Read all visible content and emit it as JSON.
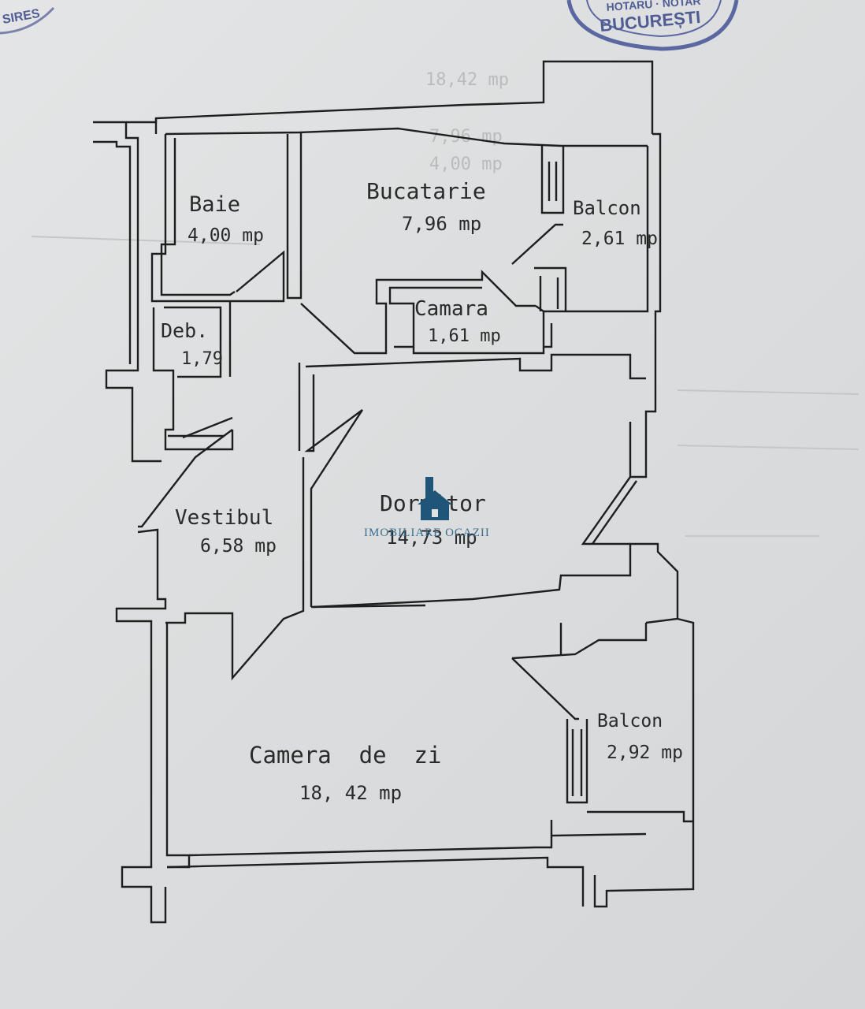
{
  "stamp": {
    "line1": "HOTARU · NOTAR",
    "line2": "BUCUREȘTI",
    "corner_fragment": "SIRES"
  },
  "watermark": {
    "text": "IMOBILIARE OCAZII",
    "icon": "house-icon"
  },
  "rooms": [
    {
      "id": "baie",
      "name": "Baie",
      "area": "4,00 mp"
    },
    {
      "id": "bucatarie",
      "name": "Bucatarie",
      "area": "7,96 mp"
    },
    {
      "id": "balcon-1",
      "name": "Balcon",
      "area": "2,61 mp"
    },
    {
      "id": "camara",
      "name": "Camara",
      "area": "1,61 mp"
    },
    {
      "id": "deb",
      "name": "Deb.",
      "area": "1,79"
    },
    {
      "id": "dormitor",
      "name": "Dormitor",
      "area": "14,73 mp"
    },
    {
      "id": "vestibul",
      "name": "Vestibul",
      "area": "6,58 mp"
    },
    {
      "id": "camera-de-zi",
      "name": "Camera  de  zi",
      "area": "18, 42 mp"
    },
    {
      "id": "balcon-2",
      "name": "Balcon",
      "area": "2,92 mp"
    }
  ],
  "bleed_through": [
    "18,42 mp",
    "7,96 mp",
    "4,00 mp"
  ],
  "colors": {
    "paper": "#dddfe0",
    "ink": "#2a2a2a",
    "stamp": "#4f5d94",
    "watermark": "#3a6f8f"
  }
}
